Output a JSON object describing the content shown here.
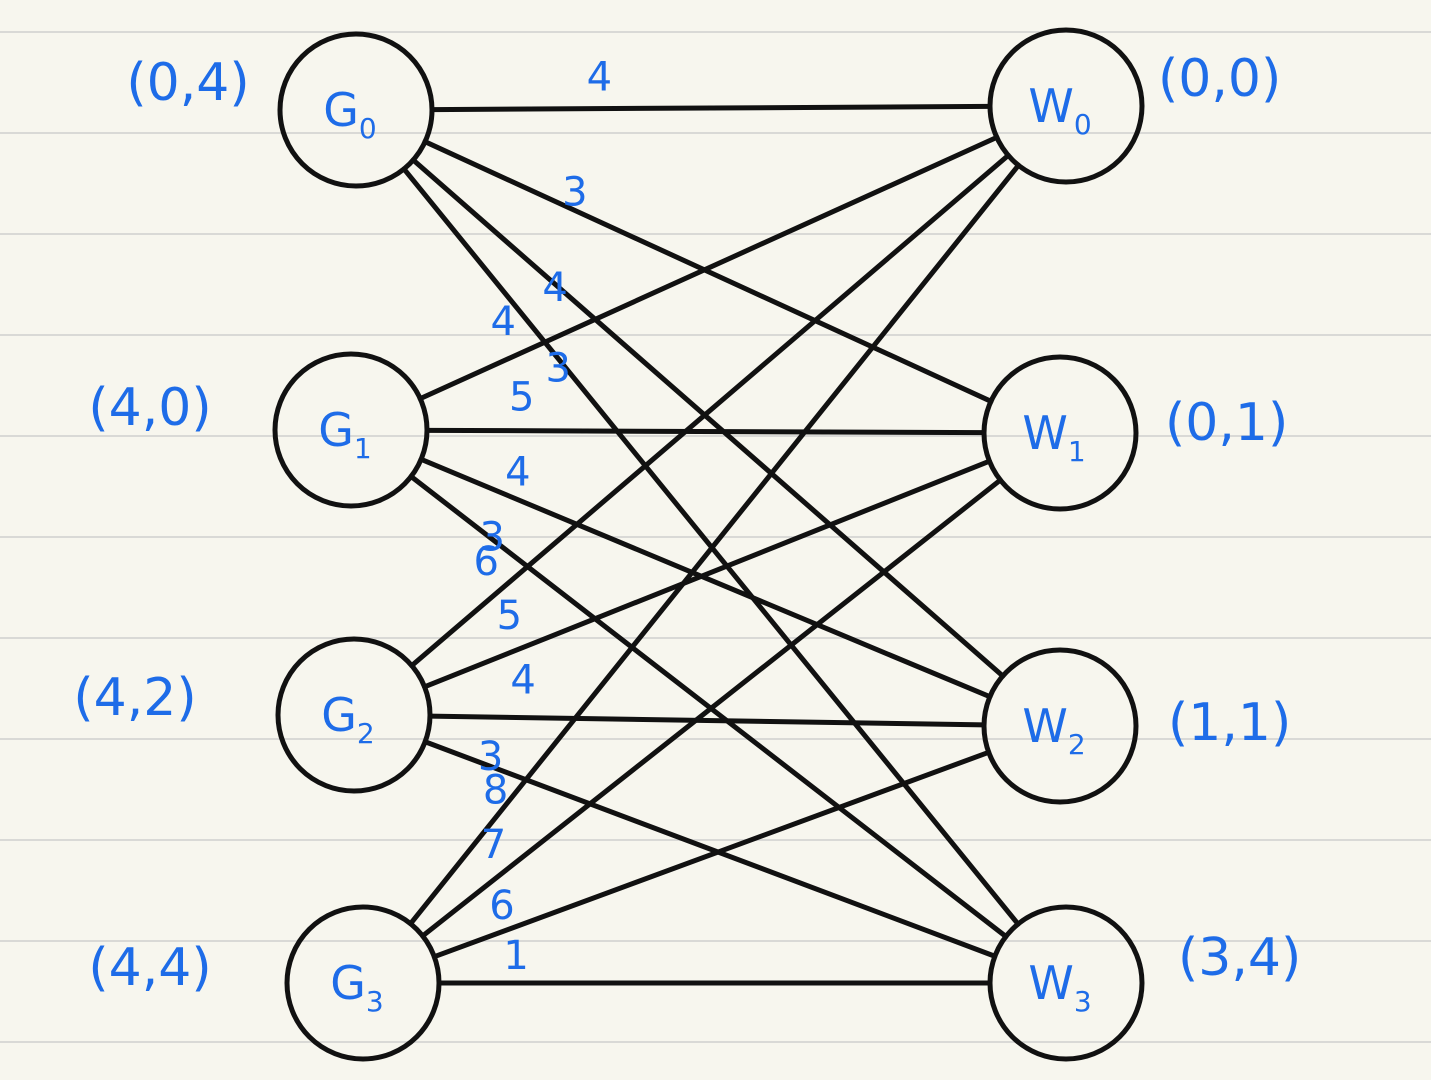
{
  "nodes": [
    {
      "id": "G0",
      "name": "G",
      "sub": "0",
      "coord": "(0,4)"
    },
    {
      "id": "G1",
      "name": "G",
      "sub": "1",
      "coord": "(4,0)"
    },
    {
      "id": "G2",
      "name": "G",
      "sub": "2",
      "coord": "(4,2)"
    },
    {
      "id": "G3",
      "name": "G",
      "sub": "3",
      "coord": "(4,4)"
    },
    {
      "id": "W0",
      "name": "W",
      "sub": "0",
      "coord": "(0,0)"
    },
    {
      "id": "W1",
      "name": "W",
      "sub": "1",
      "coord": "(0,1)"
    },
    {
      "id": "W2",
      "name": "W",
      "sub": "2",
      "coord": "(1,1)"
    },
    {
      "id": "W3",
      "name": "W",
      "sub": "3",
      "coord": "(3,4)"
    }
  ],
  "edges": [
    {
      "from": "G0",
      "to": "W0",
      "weight": "4"
    },
    {
      "from": "G0",
      "to": "W1",
      "weight": "3"
    },
    {
      "from": "G0",
      "to": "W2",
      "weight": "4"
    },
    {
      "from": "G0",
      "to": "W3",
      "weight": "3"
    },
    {
      "from": "G1",
      "to": "W0",
      "weight": "4"
    },
    {
      "from": "G1",
      "to": "W1",
      "weight": "5"
    },
    {
      "from": "G1",
      "to": "W2",
      "weight": "4"
    },
    {
      "from": "G1",
      "to": "W3",
      "weight": "3"
    },
    {
      "from": "G2",
      "to": "W0",
      "weight": "6"
    },
    {
      "from": "G2",
      "to": "W1",
      "weight": "5"
    },
    {
      "from": "G2",
      "to": "W2",
      "weight": "4"
    },
    {
      "from": "G2",
      "to": "W3",
      "weight": "3"
    },
    {
      "from": "G3",
      "to": "W0",
      "weight": "8"
    },
    {
      "from": "G3",
      "to": "W1",
      "weight": "7"
    },
    {
      "from": "G3",
      "to": "W2",
      "weight": "6"
    },
    {
      "from": "G3",
      "to": "W3",
      "weight": "1"
    }
  ],
  "colors": {
    "ink": "#111111",
    "annotation": "#1e6ce8",
    "paper": "#f7f6ee",
    "ruling": "#d9d9d6"
  }
}
